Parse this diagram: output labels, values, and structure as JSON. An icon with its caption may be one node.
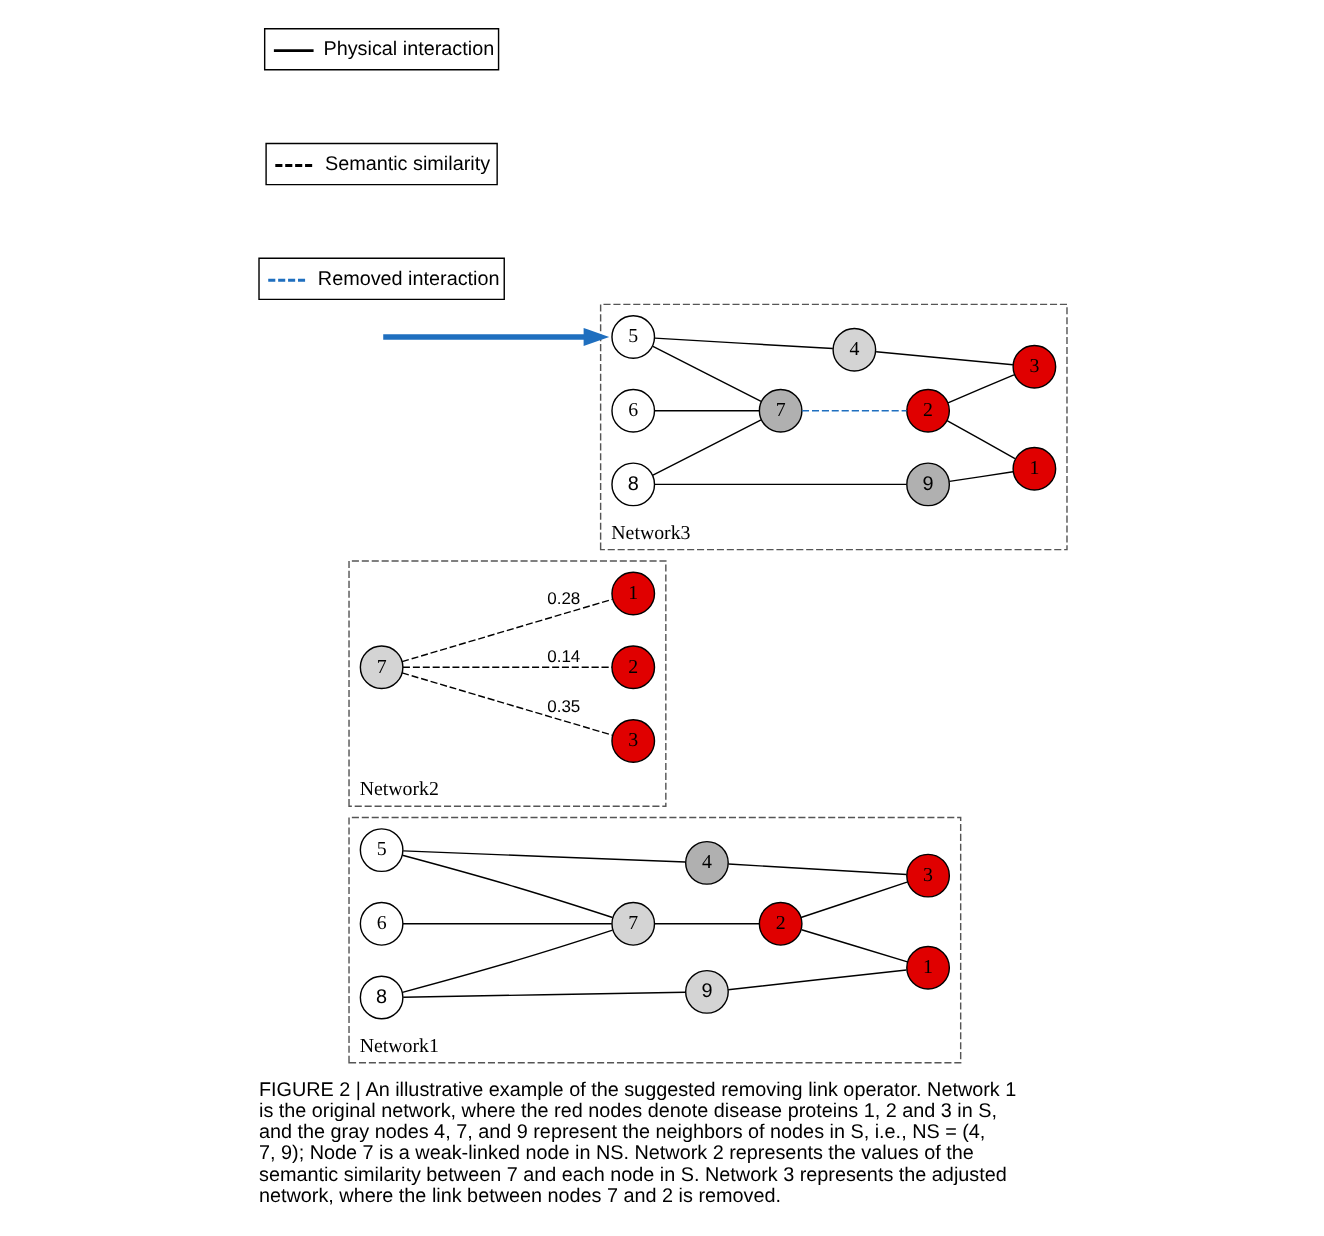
{
  "diagram": {
    "caption": "FIGURE 2 | An illustrative example of the suggested removing link operator. Network 1 is the original network, where the red nodes denote disease proteins 1, 2 and 3 in S, and the gray nodes 4, 7, and 9 represent the neighbors of nodes in S, i.e., NS = (4, 7, 9); Node 7 is a weak-linked node in NS. Network 2 represents the values of the semantic similarity between 7 and each node in S. Network 3 represents the adjusted network, where the link between nodes 7 and 2 is removed.",
    "nodes": [
      {
        "text": [
          "Network1"
        ]
      },
      {
        "text": [
          "5"
        ],
        "in": 0
      },
      {
        "text": [
          "4"
        ],
        "in": 0
      },
      {
        "text": [
          "3"
        ],
        "in": 0
      },
      {
        "text": [
          "6"
        ],
        "in": 0
      },
      {
        "text": [
          "7"
        ],
        "in": 0
      },
      {
        "text": [
          "2"
        ],
        "in": 0
      },
      {
        "text": [
          "8"
        ],
        "in": 0
      },
      {
        "text": [
          "9"
        ],
        "in": 0
      },
      {
        "text": [
          "1"
        ],
        "in": 0
      },
      {
        "text": [
          "Network2"
        ]
      },
      {
        "text": [
          "3"
        ],
        "in": 10
      },
      {
        "text": [
          "7"
        ],
        "in": 10
      },
      {
        "text": [
          "2"
        ],
        "in": 10
      },
      {
        "text": [
          "1"
        ],
        "in": 10
      },
      {
        "text": [
          "Network3"
        ]
      },
      {
        "text": [
          "5"
        ],
        "in": 15
      },
      {
        "text": [
          "4"
        ],
        "in": 15
      },
      {
        "text": [
          "3"
        ],
        "in": 15
      },
      {
        "text": [
          "6"
        ],
        "in": 15
      },
      {
        "text": [
          "7"
        ],
        "in": 15
      },
      {
        "text": [
          "2"
        ],
        "in": 15
      },
      {
        "text": [
          "8"
        ],
        "in": 15
      },
      {
        "text": [
          "9"
        ],
        "in": 15
      },
      {
        "text": [
          "1"
        ],
        "in": 15
      }
    ],
    "edges": [
      {
        "from": 1,
        "to": 2,
        "arrow": "none"
      },
      {
        "from": 2,
        "to": 3,
        "arrow": "none"
      },
      {
        "from": 1,
        "to": 5,
        "arrow": "none"
      },
      {
        "from": 4,
        "to": 5,
        "arrow": "none"
      },
      {
        "from": 7,
        "to": 5,
        "arrow": "none"
      },
      {
        "from": 5,
        "to": 6,
        "arrow": "none"
      },
      {
        "from": 6,
        "to": 3,
        "arrow": "none"
      },
      {
        "from": 6,
        "to": 9,
        "arrow": "none"
      },
      {
        "from": 7,
        "to": 8,
        "arrow": "none"
      },
      {
        "from": 8,
        "to": 9,
        "arrow": "none"
      },
      {
        "from": 12,
        "to": 11,
        "arrow": "none",
        "label": "0.35",
        "style": "dashed"
      },
      {
        "from": 12,
        "to": 13,
        "arrow": "none",
        "label": "0.14",
        "style": "dashed"
      },
      {
        "from": 12,
        "to": 14,
        "arrow": "none",
        "label": "0.28",
        "style": "dashed"
      },
      {
        "from": null,
        "to": 15,
        "arrow": "to",
        "style": "thick",
        "color": "#1f6fbf"
      },
      {
        "from": 16,
        "to": 17,
        "arrow": "none"
      },
      {
        "from": 17,
        "to": 18,
        "arrow": "none"
      },
      {
        "from": 16,
        "to": 20,
        "arrow": "none"
      },
      {
        "from": 19,
        "to": 20,
        "arrow": "none"
      },
      {
        "from": 22,
        "to": 20,
        "arrow": "none"
      },
      {
        "from": 20,
        "to": 21,
        "arrow": "none",
        "style": "dashed",
        "color": "#1f6fbf"
      },
      {
        "from": 21,
        "to": 18,
        "arrow": "none"
      },
      {
        "from": 21,
        "to": 24,
        "arrow": "none"
      },
      {
        "from": 22,
        "to": 23,
        "arrow": "none"
      },
      {
        "from": 23,
        "to": 24,
        "arrow": "none"
      }
    ],
    "legend": [
      {
        "text": "Physical interaction"
      },
      {
        "text": "Semantic similarity"
      },
      {
        "text": "Removed interaction"
      }
    ]
  }
}
